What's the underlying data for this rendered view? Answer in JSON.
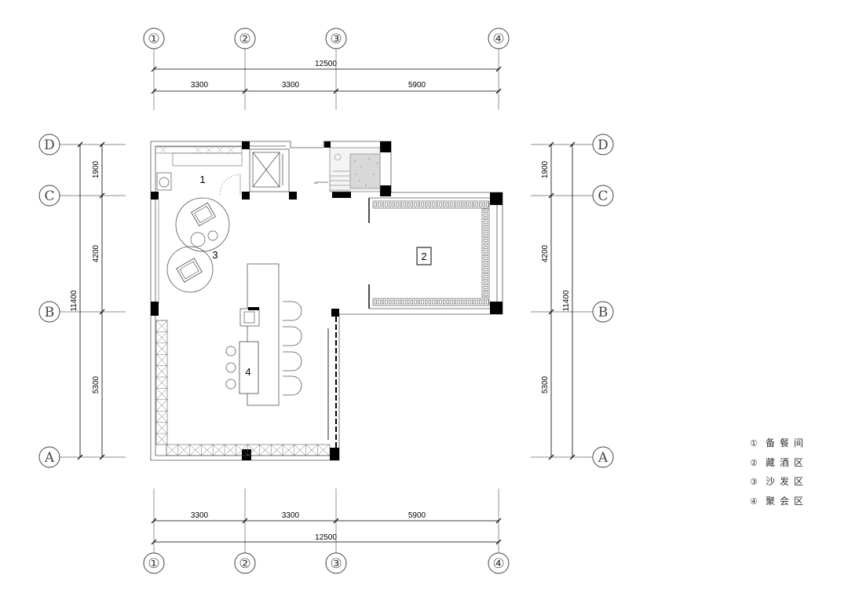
{
  "axes_top": [
    "①",
    "②",
    "③",
    "④"
  ],
  "axes_bottom": [
    "①",
    "②",
    "③",
    "④"
  ],
  "axes_left": [
    "D",
    "C",
    "B",
    "A"
  ],
  "axes_right": [
    "D",
    "C",
    "B",
    "A"
  ],
  "dims_horizontal": {
    "total": "12500",
    "segments": [
      "3300",
      "3300",
      "5900"
    ]
  },
  "dims_vertical": {
    "total": "11400",
    "segments": [
      "1900",
      "4200",
      "5300"
    ]
  },
  "rooms": {
    "r1": "1",
    "r2": "2",
    "r3": "3",
    "r4": "4"
  },
  "stair_label": "UP",
  "legend": [
    {
      "num": "①",
      "label": "备餐间"
    },
    {
      "num": "②",
      "label": "藏酒区"
    },
    {
      "num": "③",
      "label": "沙发区"
    },
    {
      "num": "④",
      "label": "聚会区"
    }
  ]
}
